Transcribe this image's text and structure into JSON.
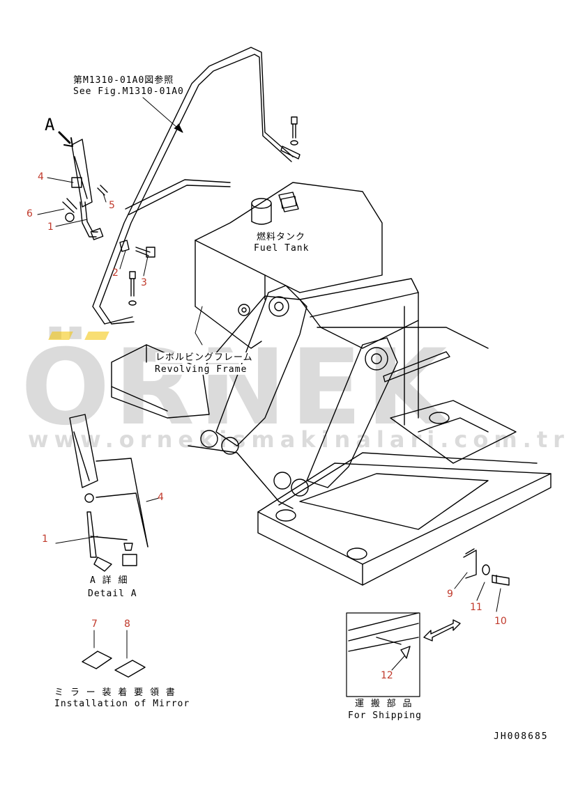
{
  "references": {
    "figure_ref_jp": "第M1310-01A0図参照",
    "figure_ref_en": "See Fig.M1310-01A0",
    "view_marker": "A"
  },
  "components": {
    "fuel_tank_jp": "燃料タンク",
    "fuel_tank_en": "Fuel Tank",
    "revolving_frame_jp": "レボルビングフレーム",
    "revolving_frame_en": "Revolving Frame"
  },
  "detail": {
    "title_jp": "A 詳 細",
    "title_en": "Detail A"
  },
  "installation": {
    "title_jp": "ミ ラ ー 装 着 要 領 書",
    "title_en": "Installation of Mirror"
  },
  "shipping": {
    "title_jp": "運 搬 部 品",
    "title_en": "For Shipping"
  },
  "part_numbers": {
    "p1_top": "1",
    "p2": "2",
    "p3": "3",
    "p4_top": "4",
    "p5": "5",
    "p6": "6",
    "p1_detail": "1",
    "p4_detail": "4",
    "p7": "7",
    "p8": "8",
    "p9": "9",
    "p10": "10",
    "p11": "11",
    "p12": "12"
  },
  "drawing_id": "JH008685",
  "watermark": {
    "brand": "ÖRNEK",
    "url": "www.ornekismakinalari.com.tr"
  },
  "colors": {
    "line": "#000000",
    "part_number": "#c0392b",
    "watermark": "#bfbfbf",
    "watermark_accent": "#f2c200"
  }
}
